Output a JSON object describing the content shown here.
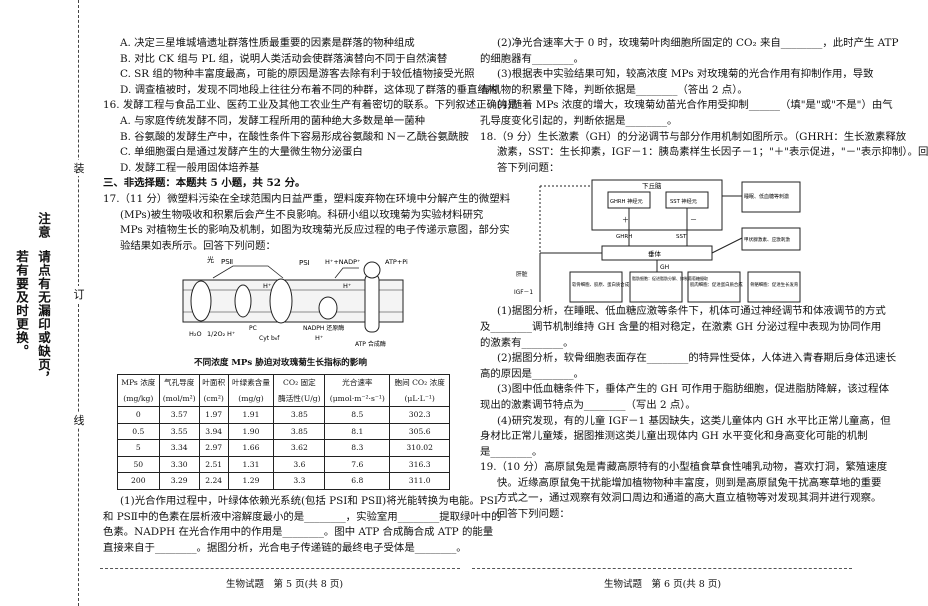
{
  "binding_notice": [
    "注意",
    "请点有无漏印或缺页，",
    "若有要及时更换。"
  ],
  "cut_marks": [
    "装",
    "订",
    "线"
  ],
  "left": {
    "l1": "A. 决定三星堆城墙遗址群落性质最重要的因素是群落的物种组成",
    "l2": "B. 对比 CK 组与 PL 组，说明人类活动会使群落演替向不同于自然演替",
    "l3": "C. SR 组的物种丰富度最高，可能的原因是游客去除有利于较低植物接受光照",
    "l4": "D. 调查植被时，发现不同地段上往往分布着不同的种群，这体现了群落的垂直结构",
    "l5": "16. 发酵工程与食品工业、医药工业及其他工农业生产有着密切的联系。下列叙述正确的是",
    "l6": "A. 与家庭传统发酵不同，发酵工程所用的菌种绝大多数是单一菌种",
    "l7": "B. 谷氨酸的发酵生产中，在酸性条件下容易形成谷氨酸和 N－乙酰谷氨酰胺",
    "l8": "C. 单细胞蛋白是通过发酵产生的大量微生物分泌蛋白",
    "l9": "D. 发酵工程一般用固体培养基",
    "l10": "三、非选择题：本题共 5 小题，共 52 分。",
    "l11": "17.（11 分）微塑料污染在全球范围内日益严重，塑料废弃物在环境中分解产生的微塑料",
    "l12": "(MPs)被生物吸收和积累后会产生不良影响。科研小组以玫瑰菊为实验材料研究",
    "l13": "MPs 对植物生长的影响及机制，如图为玫瑰菊光反应过程的电子传递示意图，部分实",
    "l14": "验结果如表所示。回答下列问题：",
    "diagram_labels": {
      "psii": "PSⅡ",
      "psi": "PSⅠ",
      "light1": "光",
      "h": "H⁺",
      "nadph": "H⁺+NADP⁺",
      "atp": "ATP+Pi",
      "water": "H₂O",
      "o2": "1/2O₂",
      "cyt": "Cyt b₆f",
      "pc": "PC",
      "nadph_r": "NADPH 还原酶",
      "atpase": "ATP 合成酶"
    },
    "table_caption": "不同浓度 MPs 胁迫对玫瑰菊生长指标的影响",
    "table": {
      "headers": [
        [
          "MPs 浓度",
          "(mg/kg)"
        ],
        [
          "气孔导度",
          "(mol/m²)"
        ],
        [
          "叶面积",
          "(cm²)"
        ],
        [
          "叶绿素含量",
          "(mg/g)"
        ],
        [
          "CO₂ 固定",
          "酶活性(U/g)"
        ],
        [
          "光合速率",
          "(μmol·m⁻²·s⁻¹)"
        ],
        [
          "胞间 CO₂ 浓度",
          "(μL·L⁻¹)"
        ]
      ],
      "rows": [
        [
          "0",
          "3.57",
          "1.97",
          "1.91",
          "3.85",
          "8.5",
          "302.3"
        ],
        [
          "0.5",
          "3.55",
          "3.94",
          "1.90",
          "3.85",
          "8.1",
          "305.6"
        ],
        [
          "5",
          "3.34",
          "2.97",
          "1.66",
          "3.62",
          "8.3",
          "310.02"
        ],
        [
          "50",
          "3.30",
          "2.51",
          "1.31",
          "3.6",
          "7.6",
          "316.3"
        ],
        [
          "200",
          "3.29",
          "2.24",
          "1.29",
          "3.3",
          "6.8",
          "311.0"
        ]
      ]
    },
    "b1": "(1)光合作用过程中，叶绿体依赖光系统(包括 PSⅠ和 PSⅡ)将光能转换为电能。PSⅠ",
    "b2": "和 PSⅡ中的色素在层析液中溶解度最小的是________，实验室用________提取绿叶中的",
    "b3": "色素。NADPH 在光合作用中的作用是________。图中 ATP 合成酶合成 ATP 的能量",
    "b4": "直接来自于________。据图分析，光合电子传递链的最终电子受体是________。"
  },
  "right": {
    "r1": "(2)净光合速率大于 0 时，玫瑰菊叶肉细胞所固定的 CO₂ 来自________，此时产生 ATP",
    "r2": "的细胞器有________。",
    "r3": "(3)根据表中实验结果可知，较高浓度 MPs 对玫瑰菊的光合作用有抑制作用，导致",
    "r4": "有机物的积累量下降，判断依据是________（答出 2 点）。",
    "r5": "(4)随着 MPs 浓度的增大，玫瑰菊幼苗光合作用受抑制______（填\"是\"或\"不是\"）由气",
    "r6": "孔导度变化引起的，判断依据是________。",
    "r7": "18.（9 分）生长激素（GH）的分泌调节与部分作用机制如图所示。（GHRH：生长激素释放",
    "r8": "激素，SST：生长抑素，IGF－1：胰岛素样生长因子－1；\"＋\"表示促进，\"－\"表示抑制）。回",
    "r9": "答下列问题：",
    "diag": {
      "hypo": "下丘脑",
      "ghrh_n": "GHRH 神经元",
      "sst_n": "SST 神经元",
      "ghrh": "GHRH",
      "sst": "SST",
      "pit": "垂体",
      "gh": "GH",
      "sleep": "睡眠、低血糖等刺激",
      "stress": "甲状腺激素、应激刺激",
      "liver": "肝脏",
      "igf": "IGF－1",
      "box1": "软骨细胞、胶原、蛋白质合成",
      "box2": "脂肪细胞：促进脂肪分解、抑制葡萄糖摄取",
      "box3": "肌肉细胞：促进蛋白质合成",
      "box4": "骨骼细胞：促进生长发育",
      "plus": "＋",
      "minus": "－"
    },
    "q1": "(1)据图分析，在睡眠、低血糖应激等条件下，机体可通过神经调节和体液调节的方式",
    "q2": "及________调节机制维持 GH 含量的相对稳定，在激素 GH 分泌过程中表现为协同作用",
    "q3": "的激素有________。",
    "q4": "(2)据图分析，软骨细胞表面存在________的特异性受体，人体进入青春期后身体迅速长",
    "q5": "高的原因是________。",
    "q6": "(3)图中低血糖条件下，垂体产生的 GH 可作用于脂肪细胞，促进脂肪降解，该过程体",
    "q7": "现出的激素调节特点为________（写出 2 点）。",
    "q8": "(4)研究发现，有的儿童 IGF－1 基因缺失，这类儿童体内 GH 水平比正常儿童高，但",
    "q9": "身材比正常儿童矮，据图推测这类儿童出现体内 GH 水平变化和身高变化可能的机制",
    "q10": "是________。",
    "q11": "19.（10 分）高原鼠兔是青藏高原特有的小型植食草食性哺乳动物，喜欢打洞，繁殖速度",
    "q12": "快。近缘高原鼠兔干扰能增加植物物种丰富度，则到是高原鼠兔干扰高寒草地的重要",
    "q13": "方式之一，通过观察有效洞口周边和通道的高大直立植物等对发现其洞并进行观察。",
    "q14": "回答下列问题："
  },
  "footers": {
    "left": "生物试题　第 5 页(共 8 页)",
    "right": "生物试题　第 6 页(共 8 页)"
  }
}
